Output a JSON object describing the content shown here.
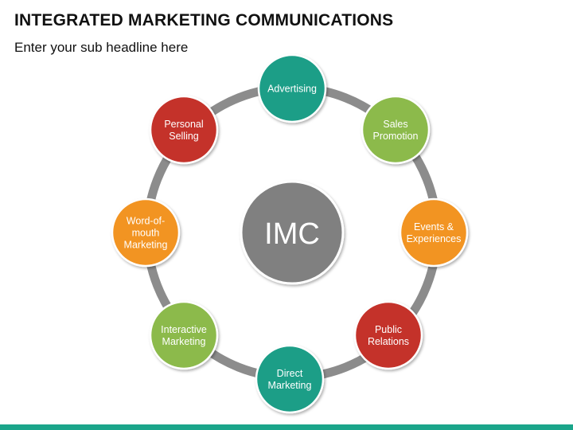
{
  "header": {
    "title": "INTEGRATED MARKETING COMMUNICATIONS",
    "subtitle": "Enter your sub headline here"
  },
  "hub": {
    "label": "IMC",
    "color": "#808080"
  },
  "ring_color": "#8c8c8c",
  "bottom_bar_color": "#1aa58a",
  "nodes": [
    {
      "label": "Advertising",
      "lines": [
        "Advertising"
      ],
      "color": "#1a9e87"
    },
    {
      "label": "Sales Promotion",
      "lines": [
        "Sales",
        "Promotion"
      ],
      "color": "#8cba4c"
    },
    {
      "label": "Events & Experiences",
      "lines": [
        "Events &",
        "Experiences"
      ],
      "color": "#f29422"
    },
    {
      "label": "Public Relations",
      "lines": [
        "Public",
        "Relations"
      ],
      "color": "#c4302a"
    },
    {
      "label": "Direct Marketing",
      "lines": [
        "Direct",
        "Marketing"
      ],
      "color": "#1a9e87"
    },
    {
      "label": "Interactive Marketing",
      "lines": [
        "Interactive",
        "Marketing"
      ],
      "color": "#8cba4c"
    },
    {
      "label": "Word-of-mouth Marketing",
      "lines": [
        "Word-of-",
        "mouth",
        "Marketing"
      ],
      "color": "#f29422"
    },
    {
      "label": "Personal Selling",
      "lines": [
        "Personal",
        "Selling"
      ],
      "color": "#c4302a"
    }
  ]
}
